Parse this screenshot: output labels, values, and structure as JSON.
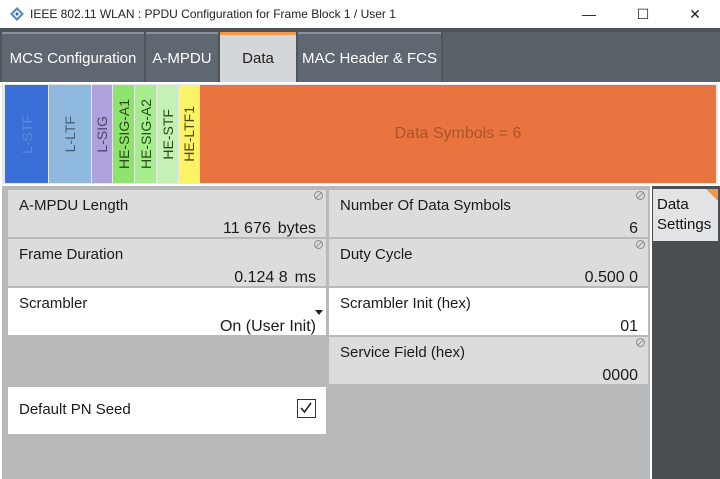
{
  "window": {
    "title": "IEEE 802.11 WLAN : PPDU Configuration for Frame Block 1 / User 1",
    "controls": {
      "minimize": "—",
      "maximize": "☐",
      "close": "✕"
    }
  },
  "tabs": [
    {
      "label": "MCS Configuration",
      "active": false
    },
    {
      "label": "A-MPDU",
      "active": false
    },
    {
      "label": "Data",
      "active": true
    },
    {
      "label": "MAC Header & FCS",
      "active": false
    }
  ],
  "frame_diagram": {
    "segments": {
      "lstf": "L-STF",
      "lltf": "L-LTF",
      "lsig": "L-SIG",
      "hesiga1": "HE-SIG-A1",
      "hesiga2": "HE-SIG-A2",
      "hestf": "HE-STF",
      "heltf1": "HE-LTF1",
      "data": "Data Symbols = 6"
    },
    "colors": {
      "lstf": "#3a6fd8",
      "lltf": "#8fb8df",
      "lsig": "#aea1dc",
      "hesiga1": "#8ee36c",
      "hesiga2": "#a6ed8e",
      "hestf": "#c5f1b5",
      "heltf1": "#fbf266",
      "data": "#e9743f"
    }
  },
  "fields": {
    "ampdu_length": {
      "label": "A-MPDU Length",
      "value": "11 676",
      "unit": "bytes"
    },
    "num_data_symbols": {
      "label": "Number Of Data Symbols",
      "value": "6"
    },
    "frame_duration": {
      "label": "Frame Duration",
      "value": "0.124 8",
      "unit": "ms"
    },
    "duty_cycle": {
      "label": "Duty Cycle",
      "value": "0.500 0"
    },
    "scrambler": {
      "label": "Scrambler",
      "value": "On (User Init)"
    },
    "scrambler_init": {
      "label": "Scrambler Init (hex)",
      "value": "01"
    },
    "service_field": {
      "label": "Service Field (hex)",
      "value": "0000"
    },
    "default_pn_seed": {
      "label": "Default PN Seed",
      "checked": true
    }
  },
  "side_panel": {
    "button_label_line1": "Data",
    "button_label_line2": "Settings"
  },
  "colors": {
    "accent": "#f39a4a",
    "tabbar": "#4e5459",
    "panel_bg": "#b7b9bb"
  }
}
